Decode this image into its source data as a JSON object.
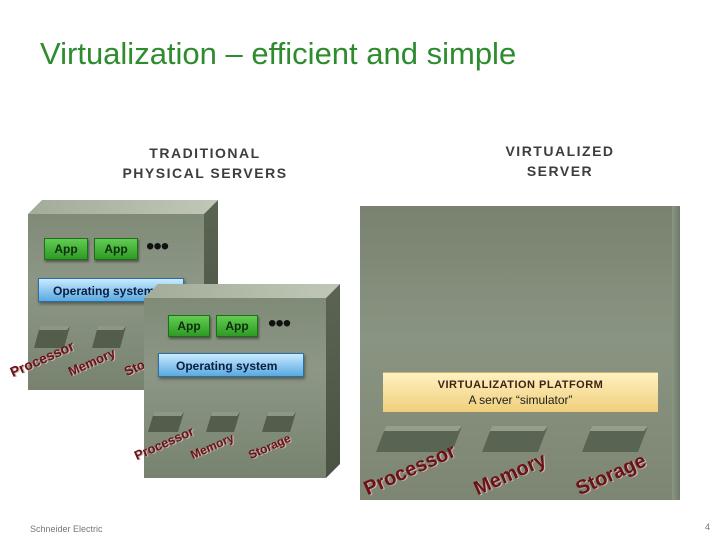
{
  "slide": {
    "title": "Virtualization – efficient and simple",
    "footer_company": "Schneider Electric",
    "page_number": "4"
  },
  "traditional": {
    "heading_line1": "TRADITIONAL",
    "heading_line2": "PHYSICAL  SERVERS",
    "server_back": {
      "app1": "App",
      "app2": "App",
      "more": "•••",
      "os": "Operating system",
      "processor": "Processor",
      "memory": "Memory",
      "storage": "Storage"
    },
    "server_front": {
      "app1": "App",
      "app2": "App",
      "more": "•••",
      "os": "Operating system",
      "processor": "Processor",
      "memory": "Memory",
      "storage": "Storage"
    }
  },
  "virtualized": {
    "heading_line1": "VIRTUALIZED",
    "heading_line2": "SERVER",
    "platform_line1": "VIRTUALIZATION PLATFORM",
    "platform_line2": "A server “simulator”",
    "processor": "Processor",
    "memory": "Memory",
    "storage": "Storage"
  },
  "colors": {
    "title": "#2e8b2e",
    "app_block": "#3fae34",
    "os_block": "#7cc0ee",
    "platform": "#f6dc94",
    "hardware_text": "#6a1216"
  }
}
